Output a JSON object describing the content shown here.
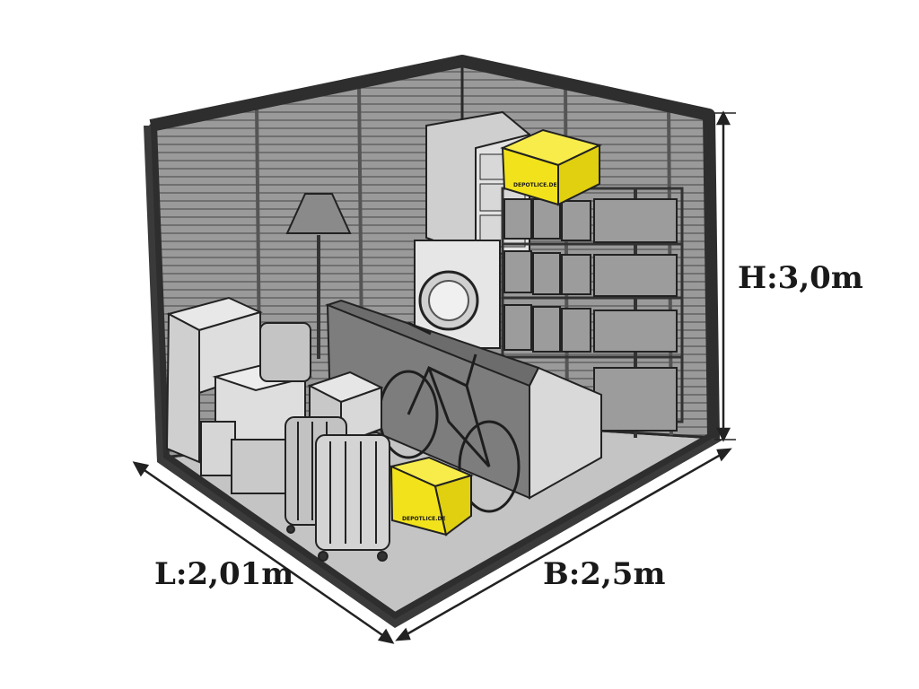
{
  "dimensions": {
    "height_label": "H:3,0m",
    "length_label": "L:2,01m",
    "width_label": "B:2,5m"
  },
  "boxes": {
    "brand_text": "DEPOTLICE.DE",
    "brand_color": "#f2e21b"
  },
  "colors": {
    "wall": "#8e8e8e",
    "floor": "#bdbdbd",
    "frame": "#3a3a3a",
    "line": "#2a2a2a"
  }
}
